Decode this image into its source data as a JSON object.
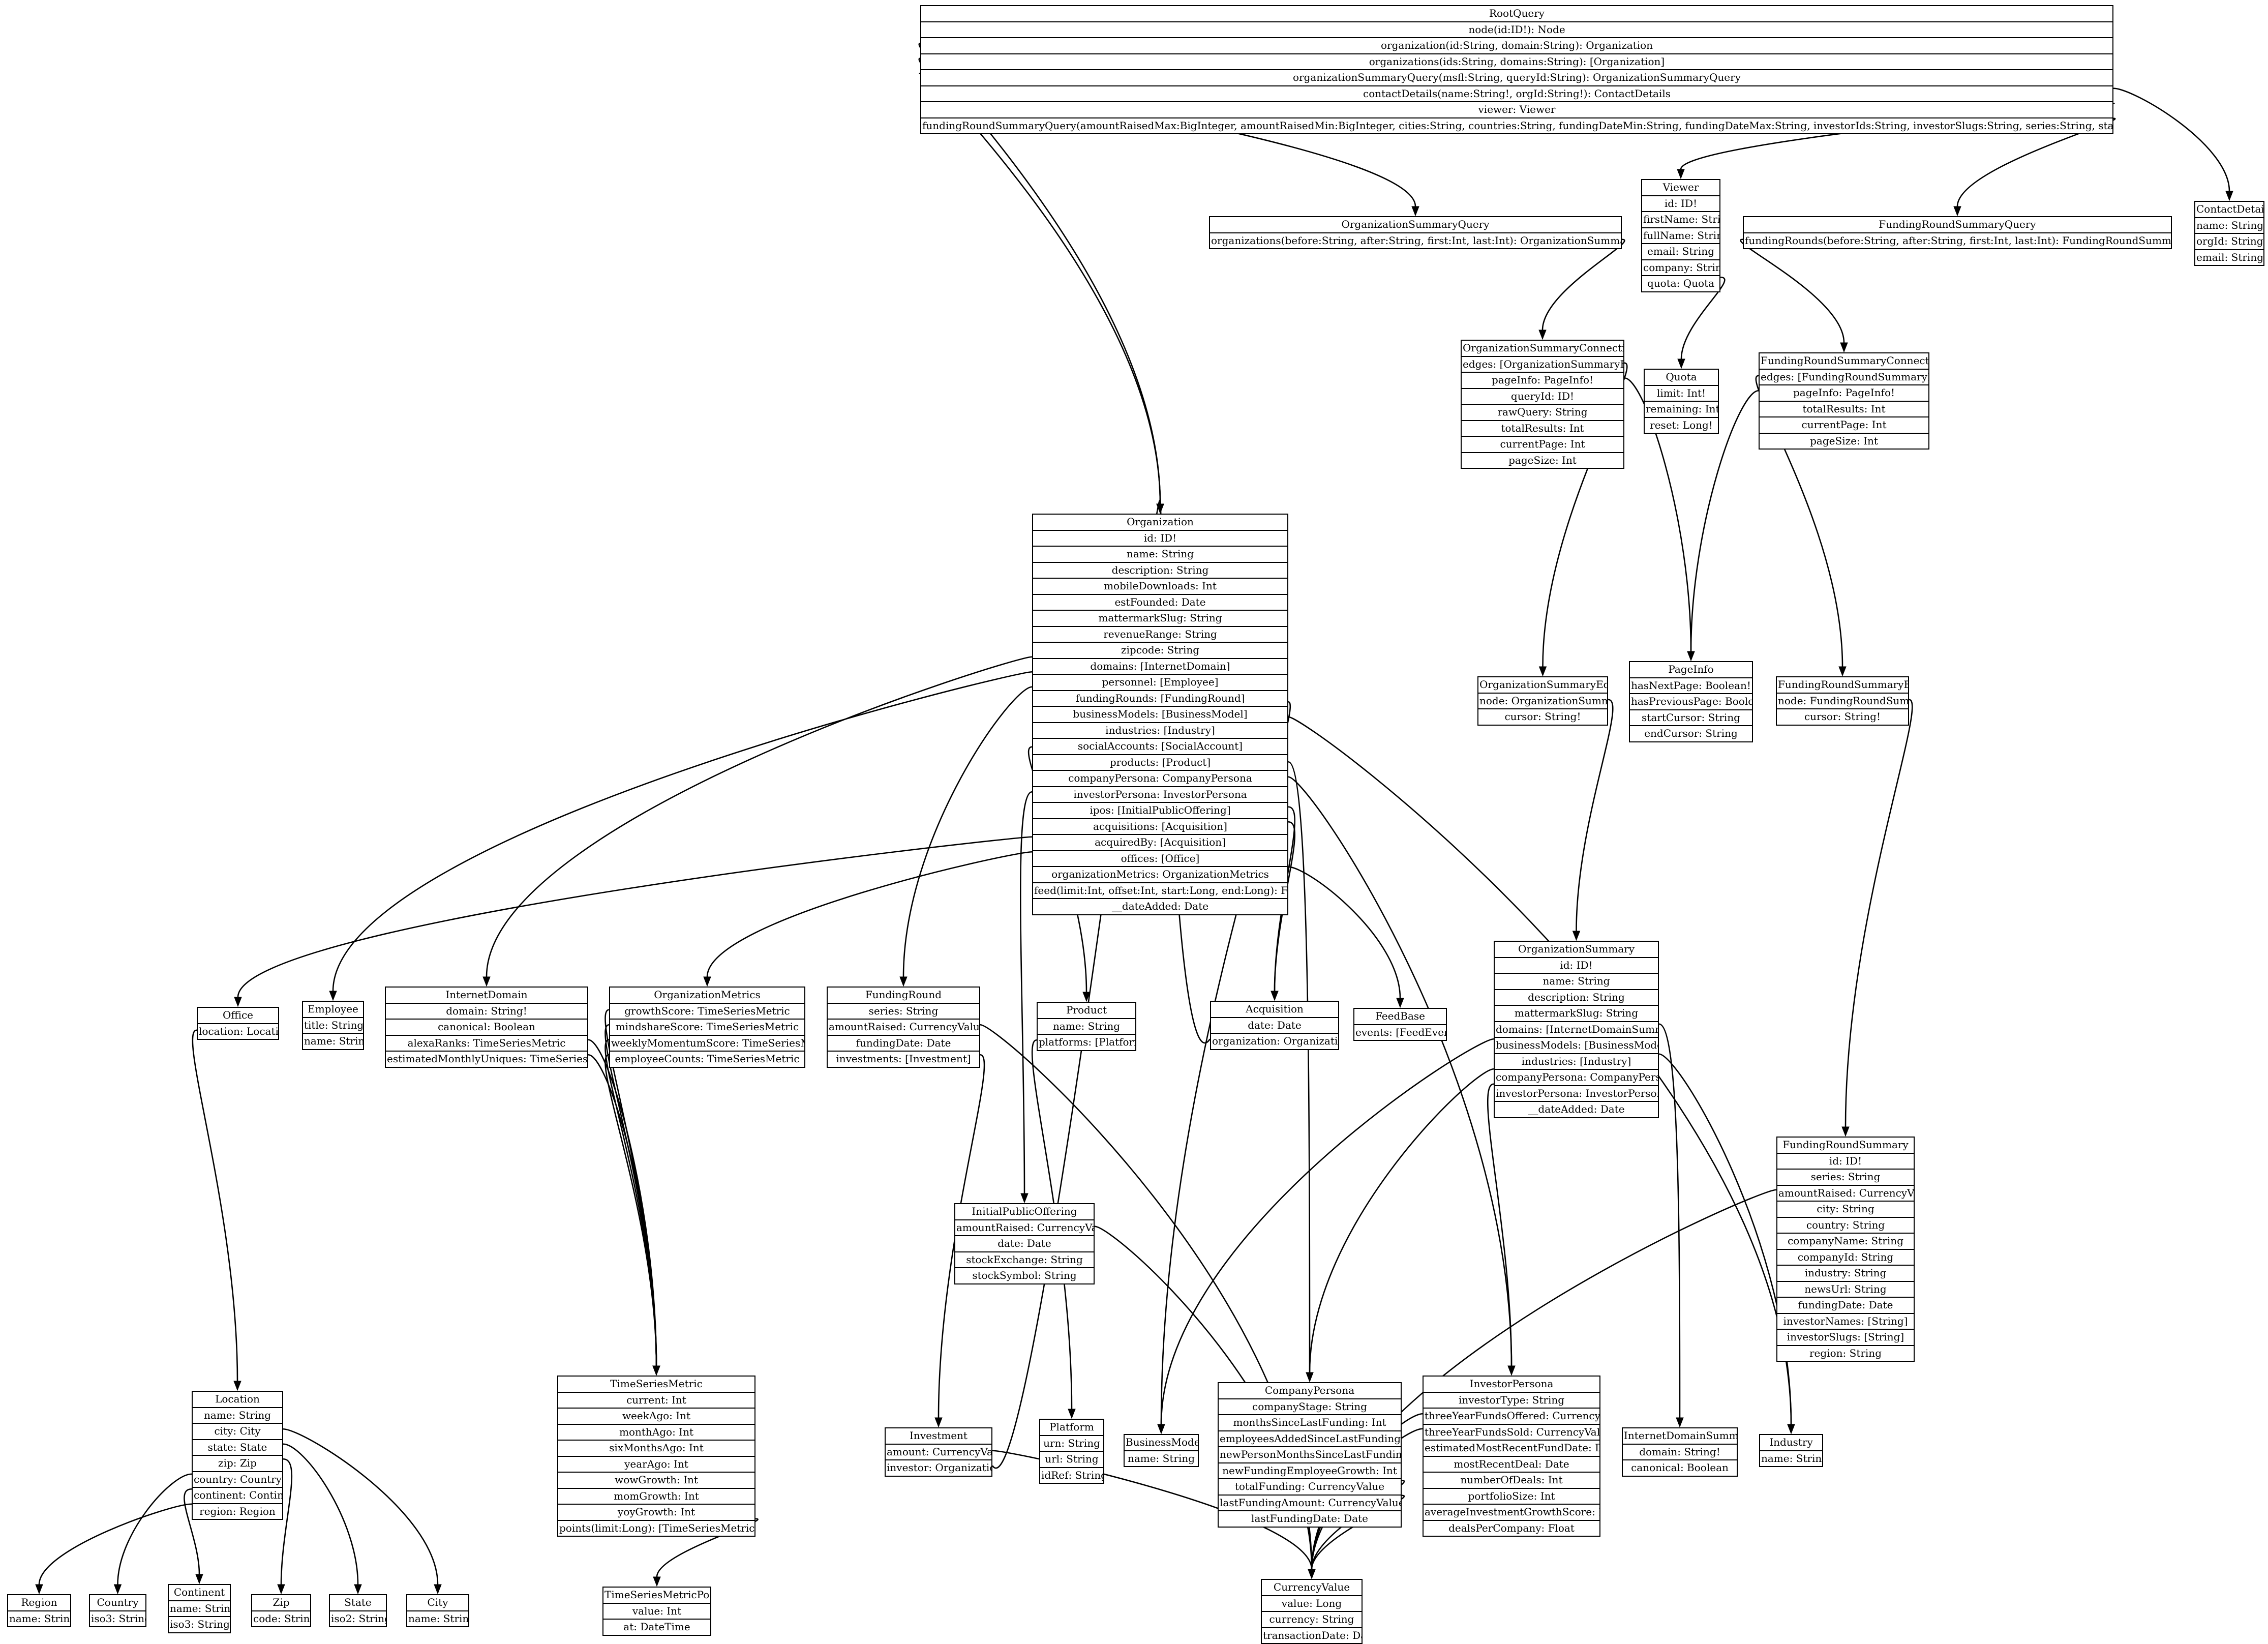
{
  "nodes": {
    "RootQuery": {
      "title": "RootQuery",
      "fields": [
        "node(id:ID!): Node",
        "organization(id:String, domain:String): Organization",
        "organizations(ids:String, domains:String): [Organization]",
        "organizationSummaryQuery(msfl:String, queryId:String): OrganizationSummaryQuery",
        "contactDetails(name:String!, orgId:String!): ContactDetails",
        "viewer: Viewer",
        "fundingRoundSummaryQuery(amountRaisedMax:BigInteger, amountRaisedMin:BigInteger, cities:String, countries:String, fundingDateMin:String, fundingDateMax:String, investorIds:String, investorSlugs:String, series:String, states:String): FundingRoundSummaryQuery"
      ]
    },
    "OrganizationSummaryQuery": {
      "title": "OrganizationSummaryQuery",
      "fields": [
        "organizations(before:String, after:String, first:Int, last:Int): OrganizationSummaryConnection"
      ]
    },
    "Viewer": {
      "title": "Viewer",
      "fields": [
        "id: ID!",
        "firstName: String",
        "fullName: String",
        "email: String",
        "company: String",
        "quota: Quota"
      ]
    },
    "FundingRoundSummaryQuery": {
      "title": "FundingRoundSummaryQuery",
      "fields": [
        "fundingRounds(before:String, after:String, first:Int, last:Int): FundingRoundSummaryConnection"
      ]
    },
    "ContactDetails": {
      "title": "ContactDetails",
      "fields": [
        "name: String",
        "orgId: String",
        "email: String"
      ]
    },
    "OrganizationSummaryConnection": {
      "title": "OrganizationSummaryConnection",
      "fields": [
        "edges: [OrganizationSummaryEdge]",
        "pageInfo: PageInfo!",
        "queryId: ID!",
        "rawQuery: String",
        "totalResults: Int",
        "currentPage: Int",
        "pageSize: Int"
      ]
    },
    "Quota": {
      "title": "Quota",
      "fields": [
        "limit: Int!",
        "remaining: Int!",
        "reset: Long!"
      ]
    },
    "FundingRoundSummaryConnection": {
      "title": "FundingRoundSummaryConnection",
      "fields": [
        "edges: [FundingRoundSummaryEdge]",
        "pageInfo: PageInfo!",
        "totalResults: Int",
        "currentPage: Int",
        "pageSize: Int"
      ]
    },
    "Organization": {
      "title": "Organization",
      "fields": [
        "id: ID!",
        "name: String",
        "description: String",
        "mobileDownloads: Int",
        "estFounded: Date",
        "mattermarkSlug: String",
        "revenueRange: String",
        "zipcode: String",
        "domains: [InternetDomain]",
        "personnel: [Employee]",
        "fundingRounds: [FundingRound]",
        "businessModels: [BusinessModel]",
        "industries: [Industry]",
        "socialAccounts: [SocialAccount]",
        "products: [Product]",
        "companyPersona: CompanyPersona",
        "investorPersona: InvestorPersona",
        "ipos: [InitialPublicOffering]",
        "acquisitions: [Acquisition]",
        "acquiredBy: [Acquisition]",
        "offices: [Office]",
        "organizationMetrics: OrganizationMetrics",
        "feed(limit:Int, offset:Int, start:Long, end:Long): FeedBase",
        "__dateAdded: Date"
      ]
    },
    "OrganizationSummaryEdge": {
      "title": "OrganizationSummaryEdge",
      "fields": [
        "node: OrganizationSummary",
        "cursor: String!"
      ]
    },
    "PageInfo": {
      "title": "PageInfo",
      "fields": [
        "hasNextPage: Boolean!",
        "hasPreviousPage: Boolean!",
        "startCursor: String",
        "endCursor: String"
      ]
    },
    "FundingRoundSummaryEdge": {
      "title": "FundingRoundSummaryEdge",
      "fields": [
        "node: FundingRoundSummary",
        "cursor: String!"
      ]
    },
    "OrganizationSummary": {
      "title": "OrganizationSummary",
      "fields": [
        "id: ID!",
        "name: String",
        "description: String",
        "mattermarkSlug: String",
        "domains: [InternetDomainSummary]",
        "businessModels: [BusinessModel]",
        "industries: [Industry]",
        "companyPersona: CompanyPersona",
        "investorPersona: InvestorPersona",
        "__dateAdded: Date"
      ]
    },
    "Office": {
      "title": "Office",
      "fields": [
        "location: Location"
      ]
    },
    "Employee": {
      "title": "Employee",
      "fields": [
        "title: String",
        "name: String"
      ]
    },
    "InternetDomain": {
      "title": "InternetDomain",
      "fields": [
        "domain: String!",
        "canonical: Boolean",
        "alexaRanks: TimeSeriesMetric",
        "estimatedMonthlyUniques: TimeSeriesMetric"
      ]
    },
    "OrganizationMetrics": {
      "title": "OrganizationMetrics",
      "fields": [
        "growthScore: TimeSeriesMetric",
        "mindshareScore: TimeSeriesMetric",
        "weeklyMomentumScore: TimeSeriesMetric",
        "employeeCounts: TimeSeriesMetric"
      ]
    },
    "FundingRound": {
      "title": "FundingRound",
      "fields": [
        "series: String",
        "amountRaised: CurrencyValue",
        "fundingDate: Date",
        "investments: [Investment]"
      ]
    },
    "Product": {
      "title": "Product",
      "fields": [
        "name: String",
        "platforms: [Platform]"
      ]
    },
    "Acquisition": {
      "title": "Acquisition",
      "fields": [
        "date: Date",
        "organization: Organization"
      ]
    },
    "FeedBase": {
      "title": "FeedBase",
      "fields": [
        "events: [FeedEvent]"
      ]
    },
    "FundingRoundSummary": {
      "title": "FundingRoundSummary",
      "fields": [
        "id: ID!",
        "series: String",
        "amountRaised: CurrencyValue",
        "city: String",
        "country: String",
        "companyName: String",
        "companyId: String",
        "industry: String",
        "newsUrl: String",
        "fundingDate: Date",
        "investorNames: [String]",
        "investorSlugs: [String]",
        "region: String"
      ]
    },
    "InitialPublicOffering": {
      "title": "InitialPublicOffering",
      "fields": [
        "amountRaised: CurrencyValue",
        "date: Date",
        "stockExchange: String",
        "stockSymbol: String"
      ]
    },
    "Location": {
      "title": "Location",
      "fields": [
        "name: String",
        "city: City",
        "state: State",
        "zip: Zip",
        "country: Country",
        "continent: Continent",
        "region: Region"
      ]
    },
    "TimeSeriesMetric": {
      "title": "TimeSeriesMetric",
      "fields": [
        "current: Int",
        "weekAgo: Int",
        "monthAgo: Int",
        "sixMonthsAgo: Int",
        "yearAgo: Int",
        "wowGrowth: Int",
        "momGrowth: Int",
        "yoyGrowth: Int",
        "points(limit:Long): [TimeSeriesMetricPoint]"
      ]
    },
    "CompanyPersona": {
      "title": "CompanyPersona",
      "fields": [
        "companyStage: String",
        "monthsSinceLastFunding: Int",
        "employeesAddedSinceLastFunding: Int",
        "newPersonMonthsSinceLastFunding: Int",
        "newFundingEmployeeGrowth: Int",
        "totalFunding: CurrencyValue",
        "lastFundingAmount: CurrencyValue",
        "lastFundingDate: Date"
      ]
    },
    "InvestorPersona": {
      "title": "InvestorPersona",
      "fields": [
        "investorType: String",
        "threeYearFundsOffered: CurrencyValue",
        "threeYearFundsSold: CurrencyValue",
        "estimatedMostRecentFundDate: Date",
        "mostRecentDeal: Date",
        "numberOfDeals: Int",
        "portfolioSize: Int",
        "averageInvestmentGrowthScore: Float",
        "dealsPerCompany: Float"
      ]
    },
    "Investment": {
      "title": "Investment",
      "fields": [
        "amount: CurrencyValue",
        "investor: Organization"
      ]
    },
    "Platform": {
      "title": "Platform",
      "fields": [
        "urn: String",
        "url: String",
        "idRef: String"
      ]
    },
    "BusinessModel": {
      "title": "BusinessModel",
      "fields": [
        "name: String"
      ]
    },
    "InternetDomainSummary": {
      "title": "InternetDomainSummary",
      "fields": [
        "domain: String!",
        "canonical: Boolean"
      ]
    },
    "Industry": {
      "title": "Industry",
      "fields": [
        "name: String"
      ]
    },
    "Region": {
      "title": "Region",
      "fields": [
        "name: String"
      ]
    },
    "Country": {
      "title": "Country",
      "fields": [
        "iso3: String"
      ]
    },
    "Continent": {
      "title": "Continent",
      "fields": [
        "name: String",
        "iso3: String"
      ]
    },
    "Zip": {
      "title": "Zip",
      "fields": [
        "code: String"
      ]
    },
    "State": {
      "title": "State",
      "fields": [
        "iso2: String"
      ]
    },
    "City": {
      "title": "City",
      "fields": [
        "name: String"
      ]
    },
    "TimeSeriesMetricPoint": {
      "title": "TimeSeriesMetricPoint",
      "fields": [
        "value: Int",
        "at: DateTime"
      ]
    },
    "CurrencyValue": {
      "title": "CurrencyValue",
      "fields": [
        "value: Long",
        "currency: String",
        "transactionDate: Date"
      ]
    }
  },
  "edges": [
    {
      "from": "RootQuery",
      "field": 2,
      "to": "Organization"
    },
    {
      "from": "RootQuery",
      "field": 3,
      "to": "Organization"
    },
    {
      "from": "RootQuery",
      "field": 4,
      "to": "OrganizationSummaryQuery"
    },
    {
      "from": "RootQuery",
      "field": 5,
      "to": "ContactDetails"
    },
    {
      "from": "RootQuery",
      "field": 6,
      "to": "Viewer"
    },
    {
      "from": "RootQuery",
      "field": 7,
      "to": "FundingRoundSummaryQuery"
    },
    {
      "from": "OrganizationSummaryQuery",
      "field": 1,
      "to": "OrganizationSummaryConnection"
    },
    {
      "from": "Viewer",
      "field": 6,
      "to": "Quota"
    },
    {
      "from": "FundingRoundSummaryQuery",
      "field": 1,
      "to": "FundingRoundSummaryConnection"
    },
    {
      "from": "OrganizationSummaryConnection",
      "field": 1,
      "to": "OrganizationSummaryEdge"
    },
    {
      "from": "OrganizationSummaryConnection",
      "field": 2,
      "to": "PageInfo"
    },
    {
      "from": "FundingRoundSummaryConnection",
      "field": 1,
      "to": "FundingRoundSummaryEdge"
    },
    {
      "from": "FundingRoundSummaryConnection",
      "field": 2,
      "to": "PageInfo"
    },
    {
      "from": "OrganizationSummaryEdge",
      "field": 1,
      "to": "OrganizationSummary"
    },
    {
      "from": "FundingRoundSummaryEdge",
      "field": 1,
      "to": "FundingRoundSummary"
    },
    {
      "from": "Organization",
      "field": 9,
      "to": "InternetDomain"
    },
    {
      "from": "Organization",
      "field": 10,
      "to": "Employee"
    },
    {
      "from": "Organization",
      "field": 11,
      "to": "FundingRound"
    },
    {
      "from": "Organization",
      "field": 12,
      "to": "BusinessModel"
    },
    {
      "from": "Organization",
      "field": 13,
      "to": "Industry"
    },
    {
      "from": "Organization",
      "field": 15,
      "to": "Product"
    },
    {
      "from": "Organization",
      "field": 16,
      "to": "CompanyPersona"
    },
    {
      "from": "Organization",
      "field": 17,
      "to": "InvestorPersona"
    },
    {
      "from": "Organization",
      "field": 18,
      "to": "InitialPublicOffering"
    },
    {
      "from": "Organization",
      "field": 19,
      "to": "Acquisition"
    },
    {
      "from": "Organization",
      "field": 20,
      "to": "Acquisition"
    },
    {
      "from": "Organization",
      "field": 21,
      "to": "Office"
    },
    {
      "from": "Organization",
      "field": 22,
      "to": "OrganizationMetrics"
    },
    {
      "from": "Organization",
      "field": 23,
      "to": "FeedBase"
    },
    {
      "from": "OrganizationSummary",
      "field": 5,
      "to": "InternetDomainSummary"
    },
    {
      "from": "OrganizationSummary",
      "field": 6,
      "to": "BusinessModel"
    },
    {
      "from": "OrganizationSummary",
      "field": 7,
      "to": "Industry"
    },
    {
      "from": "OrganizationSummary",
      "field": 8,
      "to": "CompanyPersona"
    },
    {
      "from": "OrganizationSummary",
      "field": 9,
      "to": "InvestorPersona"
    },
    {
      "from": "Office",
      "field": 1,
      "to": "Location"
    },
    {
      "from": "InternetDomain",
      "field": 3,
      "to": "TimeSeriesMetric"
    },
    {
      "from": "InternetDomain",
      "field": 4,
      "to": "TimeSeriesMetric"
    },
    {
      "from": "OrganizationMetrics",
      "field": 1,
      "to": "TimeSeriesMetric"
    },
    {
      "from": "OrganizationMetrics",
      "field": 2,
      "to": "TimeSeriesMetric"
    },
    {
      "from": "OrganizationMetrics",
      "field": 3,
      "to": "TimeSeriesMetric"
    },
    {
      "from": "OrganizationMetrics",
      "field": 4,
      "to": "TimeSeriesMetric"
    },
    {
      "from": "FundingRound",
      "field": 2,
      "to": "CurrencyValue"
    },
    {
      "from": "FundingRound",
      "field": 4,
      "to": "Investment"
    },
    {
      "from": "Product",
      "field": 2,
      "to": "Platform"
    },
    {
      "from": "Acquisition",
      "field": 2,
      "to": "Organization"
    },
    {
      "from": "FundingRoundSummary",
      "field": 3,
      "to": "CurrencyValue"
    },
    {
      "from": "InitialPublicOffering",
      "field": 1,
      "to": "CurrencyValue"
    },
    {
      "from": "Location",
      "field": 2,
      "to": "City"
    },
    {
      "from": "Location",
      "field": 3,
      "to": "State"
    },
    {
      "from": "Location",
      "field": 4,
      "to": "Zip"
    },
    {
      "from": "Location",
      "field": 5,
      "to": "Country"
    },
    {
      "from": "Location",
      "field": 6,
      "to": "Continent"
    },
    {
      "from": "Location",
      "field": 7,
      "to": "Region"
    },
    {
      "from": "TimeSeriesMetric",
      "field": 9,
      "to": "TimeSeriesMetricPoint"
    },
    {
      "from": "CompanyPersona",
      "field": 6,
      "to": "CurrencyValue"
    },
    {
      "from": "CompanyPersona",
      "field": 7,
      "to": "CurrencyValue"
    },
    {
      "from": "InvestorPersona",
      "field": 2,
      "to": "CurrencyValue"
    },
    {
      "from": "InvestorPersona",
      "field": 3,
      "to": "CurrencyValue"
    },
    {
      "from": "Investment",
      "field": 1,
      "to": "CurrencyValue"
    },
    {
      "from": "Investment",
      "field": 2,
      "to": "Organization"
    }
  ]
}
